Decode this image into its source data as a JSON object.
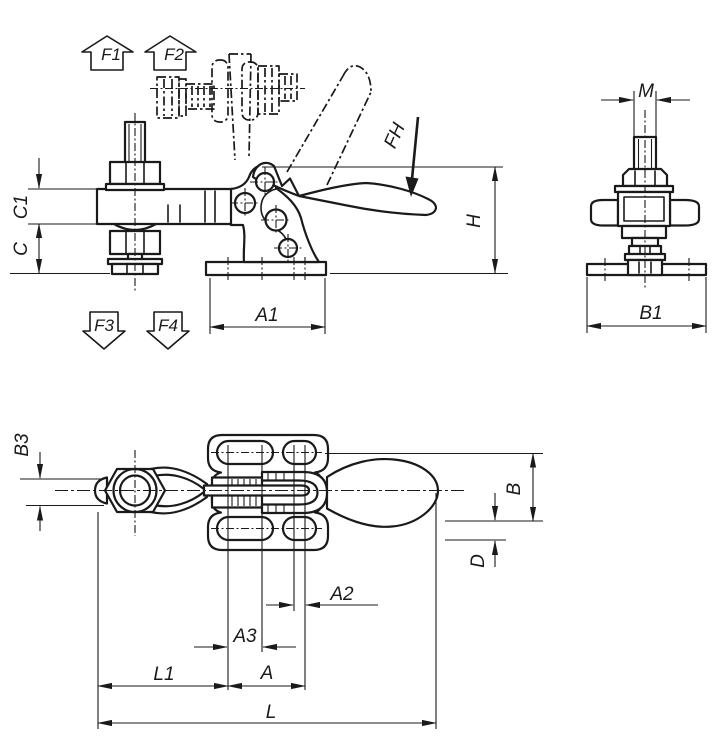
{
  "drawing": {
    "component": "horizontal-toggle-clamp-dimension-drawing",
    "view_count": 3,
    "force_labels": {
      "f1": "F1",
      "f2": "F2",
      "f3": "F3",
      "f4": "F4",
      "fh": "FH"
    },
    "dimension_labels": {
      "c1": "C1",
      "c": "C",
      "a1": "A1",
      "h": "H",
      "m": "M",
      "b1": "B1",
      "b3": "B3",
      "b": "B",
      "d": "D",
      "a2": "A2",
      "a3": "A3",
      "l1": "L1",
      "a": "A",
      "l": "L"
    }
  },
  "colors": {
    "line": "#1a1a1a",
    "background": "#ffffff"
  }
}
